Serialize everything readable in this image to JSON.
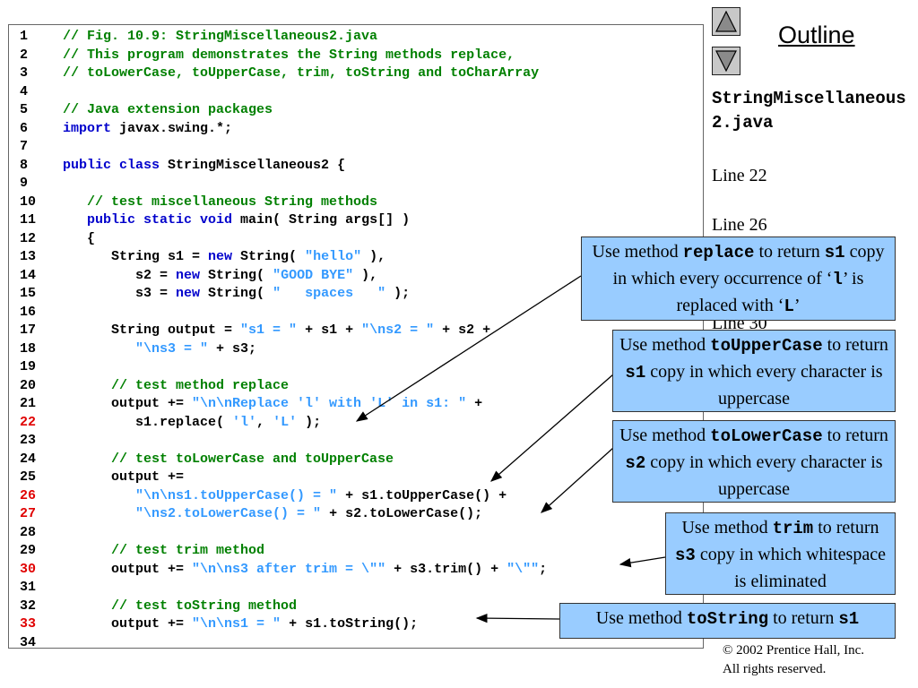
{
  "sidebar": {
    "outline_title": "Outline",
    "file_name": "StringMiscellaneous2.java",
    "line_refs": [
      "Line 22",
      "Line 26",
      "Line 30"
    ],
    "nav_up_icon": "up-triangle-icon",
    "nav_down_icon": "down-triangle-icon"
  },
  "code": {
    "lines": [
      {
        "num": "1",
        "highlight": false,
        "tokens": [
          {
            "t": "// Fig. 10.9: StringMiscellaneous2.java",
            "c": "comment"
          }
        ]
      },
      {
        "num": "2",
        "highlight": false,
        "tokens": [
          {
            "t": "// This program demonstrates the String methods replace,",
            "c": "comment"
          }
        ]
      },
      {
        "num": "3",
        "highlight": false,
        "tokens": [
          {
            "t": "// toLowerCase, toUpperCase, trim, toString and toCharArray",
            "c": "comment"
          }
        ]
      },
      {
        "num": "4",
        "highlight": false,
        "tokens": []
      },
      {
        "num": "5",
        "highlight": false,
        "tokens": [
          {
            "t": "// Java extension packages",
            "c": "comment"
          }
        ]
      },
      {
        "num": "6",
        "highlight": false,
        "tokens": [
          {
            "t": "import",
            "c": "keyword"
          },
          {
            "t": " javax.swing.*;",
            "c": "plain"
          }
        ]
      },
      {
        "num": "7",
        "highlight": false,
        "tokens": []
      },
      {
        "num": "8",
        "highlight": false,
        "tokens": [
          {
            "t": "public class",
            "c": "keyword"
          },
          {
            "t": " StringMiscellaneous2 {",
            "c": "plain"
          }
        ]
      },
      {
        "num": "9",
        "highlight": false,
        "tokens": []
      },
      {
        "num": "10",
        "highlight": false,
        "tokens": [
          {
            "t": "   // test miscellaneous String methods",
            "c": "comment"
          }
        ]
      },
      {
        "num": "11",
        "highlight": false,
        "tokens": [
          {
            "t": "   ",
            "c": "plain"
          },
          {
            "t": "public static void",
            "c": "keyword"
          },
          {
            "t": " main( String args[] )",
            "c": "plain"
          }
        ]
      },
      {
        "num": "12",
        "highlight": false,
        "tokens": [
          {
            "t": "   {",
            "c": "plain"
          }
        ]
      },
      {
        "num": "13",
        "highlight": false,
        "tokens": [
          {
            "t": "      String s1 = ",
            "c": "plain"
          },
          {
            "t": "new",
            "c": "keyword"
          },
          {
            "t": " String( ",
            "c": "plain"
          },
          {
            "t": "\"hello\"",
            "c": "string"
          },
          {
            "t": " ),",
            "c": "plain"
          }
        ]
      },
      {
        "num": "14",
        "highlight": false,
        "tokens": [
          {
            "t": "         s2 = ",
            "c": "plain"
          },
          {
            "t": "new",
            "c": "keyword"
          },
          {
            "t": " String( ",
            "c": "plain"
          },
          {
            "t": "\"GOOD BYE\"",
            "c": "string"
          },
          {
            "t": " ),",
            "c": "plain"
          }
        ]
      },
      {
        "num": "15",
        "highlight": false,
        "tokens": [
          {
            "t": "         s3 = ",
            "c": "plain"
          },
          {
            "t": "new",
            "c": "keyword"
          },
          {
            "t": " String( ",
            "c": "plain"
          },
          {
            "t": "\"   spaces   \"",
            "c": "string"
          },
          {
            "t": " );",
            "c": "plain"
          }
        ]
      },
      {
        "num": "16",
        "highlight": false,
        "tokens": []
      },
      {
        "num": "17",
        "highlight": false,
        "tokens": [
          {
            "t": "      String output = ",
            "c": "plain"
          },
          {
            "t": "\"s1 = \"",
            "c": "string"
          },
          {
            "t": " + s1 + ",
            "c": "plain"
          },
          {
            "t": "\"\\ns2 = \"",
            "c": "string"
          },
          {
            "t": " + s2 +",
            "c": "plain"
          }
        ]
      },
      {
        "num": "18",
        "highlight": false,
        "tokens": [
          {
            "t": "         ",
            "c": "plain"
          },
          {
            "t": "\"\\ns3 = \"",
            "c": "string"
          },
          {
            "t": " + s3;",
            "c": "plain"
          }
        ]
      },
      {
        "num": "19",
        "highlight": false,
        "tokens": []
      },
      {
        "num": "20",
        "highlight": false,
        "tokens": [
          {
            "t": "      // test method replace",
            "c": "comment"
          }
        ]
      },
      {
        "num": "21",
        "highlight": false,
        "tokens": [
          {
            "t": "      output += ",
            "c": "plain"
          },
          {
            "t": "\"\\n\\nReplace 'l' with 'L' in s1: \"",
            "c": "string"
          },
          {
            "t": " +",
            "c": "plain"
          }
        ]
      },
      {
        "num": "22",
        "highlight": true,
        "tokens": [
          {
            "t": "         s1.replace( ",
            "c": "plain"
          },
          {
            "t": "'l'",
            "c": "string"
          },
          {
            "t": ", ",
            "c": "plain"
          },
          {
            "t": "'L'",
            "c": "string"
          },
          {
            "t": " );",
            "c": "plain"
          }
        ]
      },
      {
        "num": "23",
        "highlight": false,
        "tokens": []
      },
      {
        "num": "24",
        "highlight": false,
        "tokens": [
          {
            "t": "      // test toLowerCase and toUpperCase",
            "c": "comment"
          }
        ]
      },
      {
        "num": "25",
        "highlight": false,
        "tokens": [
          {
            "t": "      output +=",
            "c": "plain"
          }
        ]
      },
      {
        "num": "26",
        "highlight": true,
        "tokens": [
          {
            "t": "         ",
            "c": "plain"
          },
          {
            "t": "\"\\n\\ns1.toUpperCase() = \"",
            "c": "string"
          },
          {
            "t": " + s1.toUpperCase() +",
            "c": "plain"
          }
        ]
      },
      {
        "num": "27",
        "highlight": true,
        "tokens": [
          {
            "t": "         ",
            "c": "plain"
          },
          {
            "t": "\"\\ns2.toLowerCase() = \"",
            "c": "string"
          },
          {
            "t": " + s2.toLowerCase();",
            "c": "plain"
          }
        ]
      },
      {
        "num": "28",
        "highlight": false,
        "tokens": []
      },
      {
        "num": "29",
        "highlight": false,
        "tokens": [
          {
            "t": "      // test trim method",
            "c": "comment"
          }
        ]
      },
      {
        "num": "30",
        "highlight": true,
        "tokens": [
          {
            "t": "      output += ",
            "c": "plain"
          },
          {
            "t": "\"\\n\\ns3 after trim = \\\"\"",
            "c": "string"
          },
          {
            "t": " + s3.trim() + ",
            "c": "plain"
          },
          {
            "t": "\"\\\"\"",
            "c": "string"
          },
          {
            "t": ";",
            "c": "plain"
          }
        ]
      },
      {
        "num": "31",
        "highlight": false,
        "tokens": []
      },
      {
        "num": "32",
        "highlight": false,
        "tokens": [
          {
            "t": "      // test toString method",
            "c": "comment"
          }
        ]
      },
      {
        "num": "33",
        "highlight": true,
        "tokens": [
          {
            "t": "      output += ",
            "c": "plain"
          },
          {
            "t": "\"\\n\\ns1 = \"",
            "c": "string"
          },
          {
            "t": " + s1.toString();",
            "c": "plain"
          }
        ]
      },
      {
        "num": "34",
        "highlight": false,
        "tokens": []
      }
    ]
  },
  "callouts": {
    "replace": {
      "a": "Use method ",
      "b": "replace",
      "c": " to return ",
      "d": "s1",
      "e": " copy in which every occurrence of ‘",
      "f": "l",
      "g": "’ is replaced with ‘",
      "h": "L",
      "i": "’"
    },
    "upper": {
      "a": "Use method ",
      "b": "toUpperCase",
      "c": " to return ",
      "d": "s1",
      "e": " copy in which every character is uppercase"
    },
    "lower": {
      "a": "Use method ",
      "b": "toLowerCase",
      "c": " to return ",
      "d": "s2",
      "e": " copy in which every character is uppercase"
    },
    "trim": {
      "a": "Use method ",
      "b": "trim",
      "c": " to return ",
      "d": "s3",
      "e": " copy in which whitespace is eliminated"
    },
    "tostring": {
      "a": "Use method ",
      "b": "toString",
      "c": " to return ",
      "d": "s1"
    }
  },
  "footer": {
    "copyright_line1": "© 2002 Prentice Hall, Inc.",
    "copyright_line2": "All rights reserved."
  },
  "colors": {
    "comment": "#008000",
    "keyword": "#0000cc",
    "string": "#3399ff",
    "line_highlight": "#e00000",
    "callout_bg": "#99ccff"
  }
}
